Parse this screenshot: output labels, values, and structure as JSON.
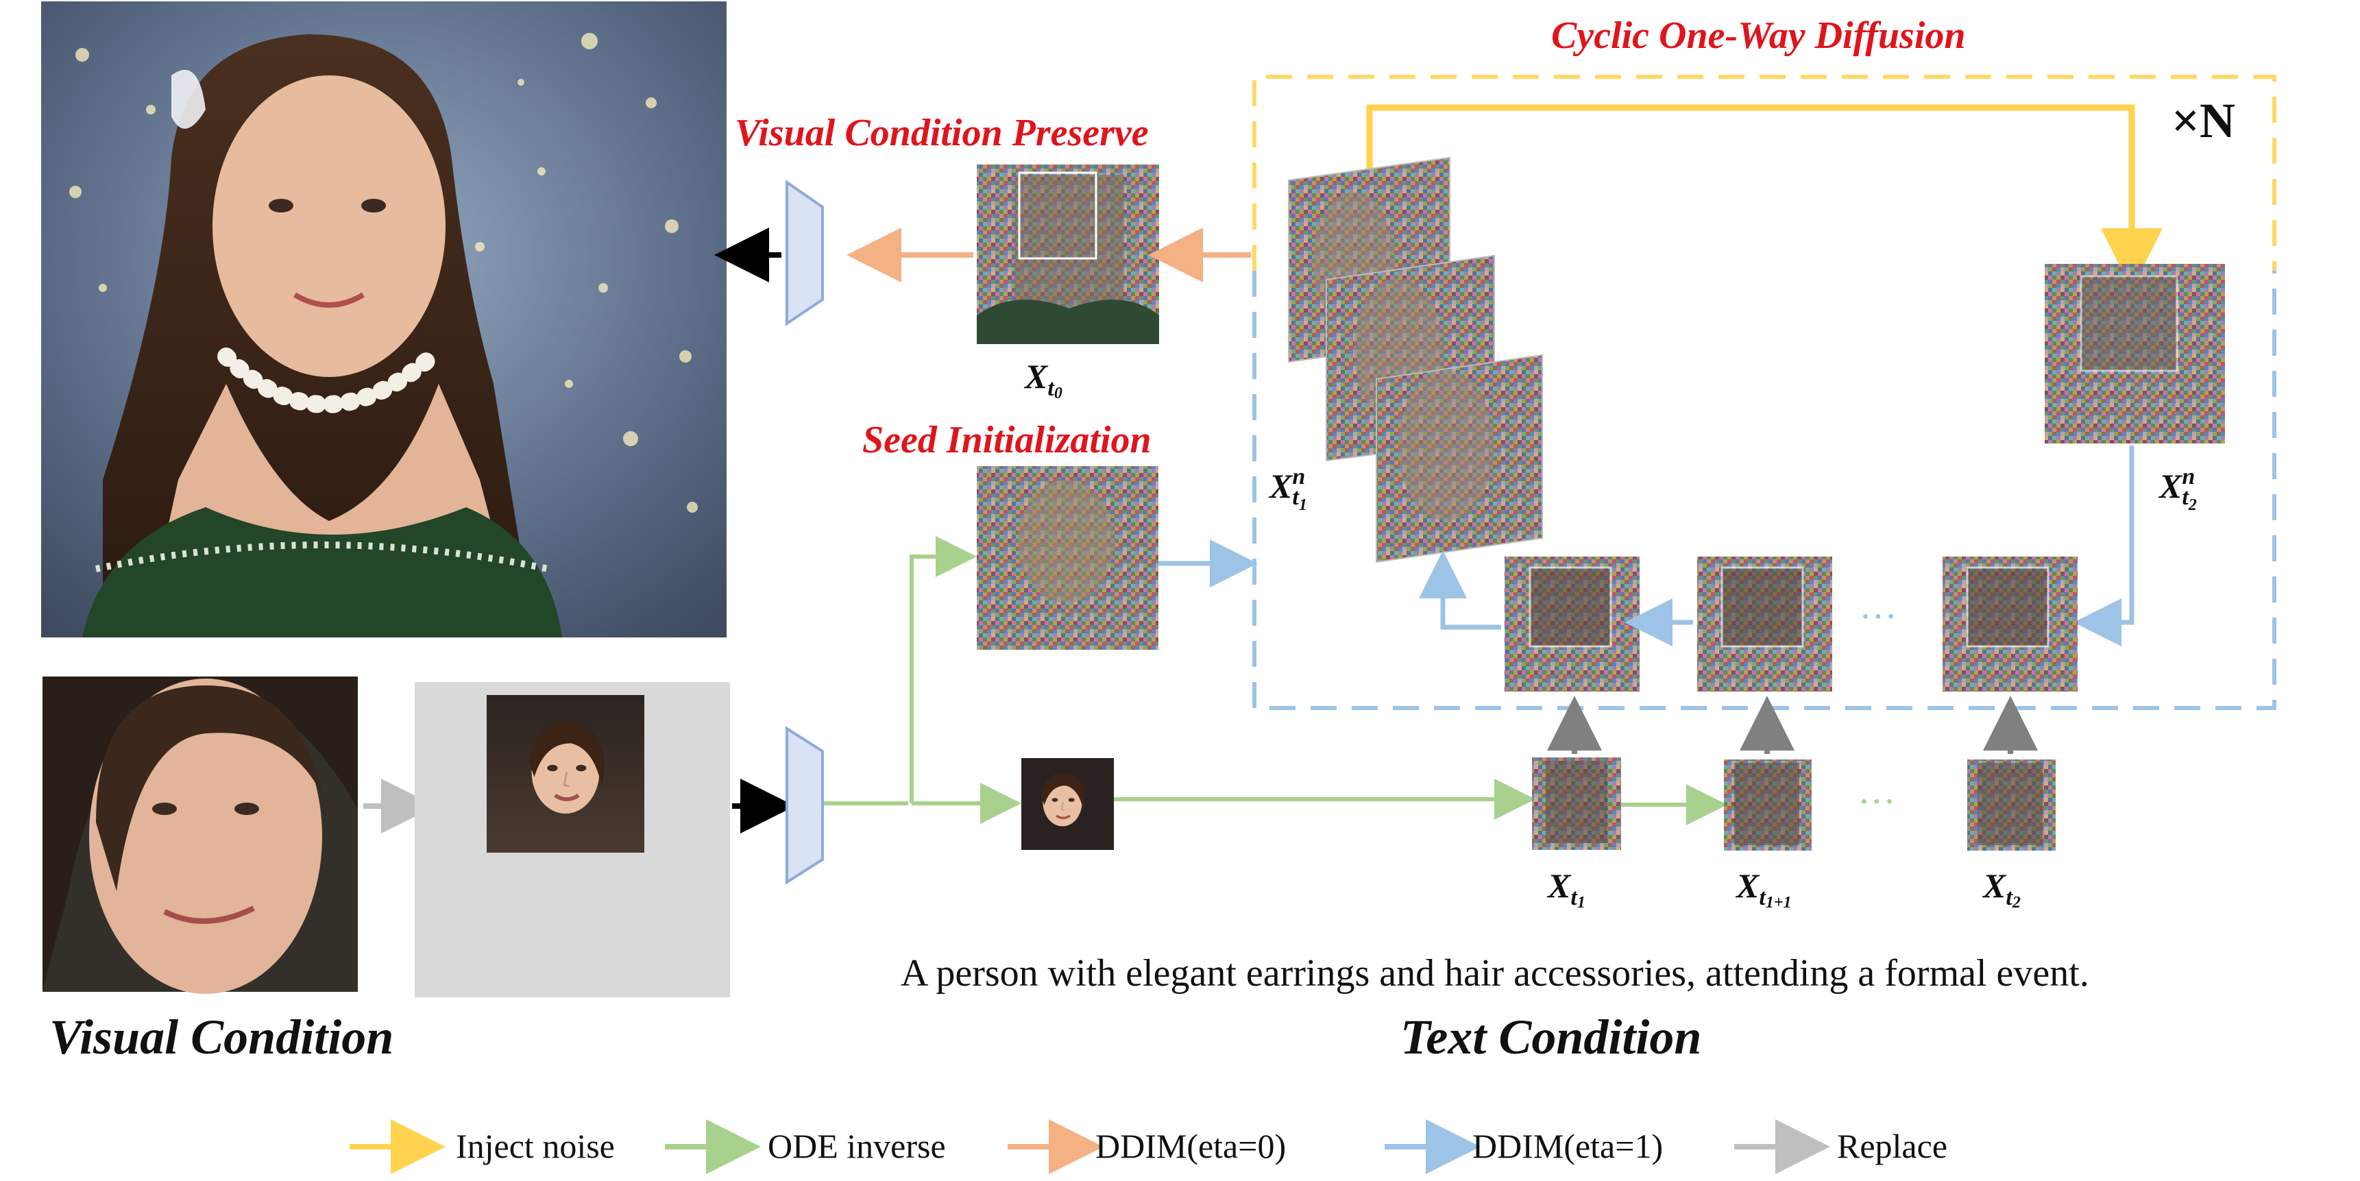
{
  "titles": {
    "cyclic": "Cyclic One-Way Diffusion",
    "preserve": "Visual Condition Preserve",
    "seed": "Seed Initialization"
  },
  "times_n": "×N",
  "conditions": {
    "visual": "Visual Condition",
    "text": "Text Condition"
  },
  "text_prompt": "A person with elegant earrings and hair accessories, attending a formal event.",
  "labels": {
    "x_t0": {
      "base": "X",
      "sub": "t",
      "subsub": "0"
    },
    "x_t1n": {
      "base": "X",
      "sup": "n",
      "sub": "t",
      "subsub": "1"
    },
    "x_t2n": {
      "base": "X",
      "sup": "n",
      "sub": "t",
      "subsub": "2"
    },
    "x_t1": {
      "base": "X",
      "sub": "t",
      "subsub": "1"
    },
    "x_t1p1": {
      "base": "X",
      "sub": "t",
      "subsub": "1+1"
    },
    "x_t2": {
      "base": "X",
      "sub": "t",
      "subsub": "2"
    }
  },
  "ellipsis": "···",
  "legend": [
    {
      "label": "Inject noise",
      "color": "#ffd34d"
    },
    {
      "label": "ODE inverse",
      "color": "#a9d18e"
    },
    {
      "label": "DDIM(eta=0)",
      "color": "#f4b183"
    },
    {
      "label": "DDIM(eta=1)",
      "color": "#9dc3e6"
    },
    {
      "label": "Replace",
      "color": "#bfbfbf"
    }
  ],
  "colors": {
    "yellow": "#ffd34d",
    "green": "#a9d18e",
    "orange": "#f4b183",
    "blue": "#9dc3e6",
    "gray": "#bfbfbf",
    "dark_gray": "#808080",
    "red": "#e0141c",
    "encoder_fill": "#dae3f3",
    "encoder_stroke": "#8faadc"
  }
}
